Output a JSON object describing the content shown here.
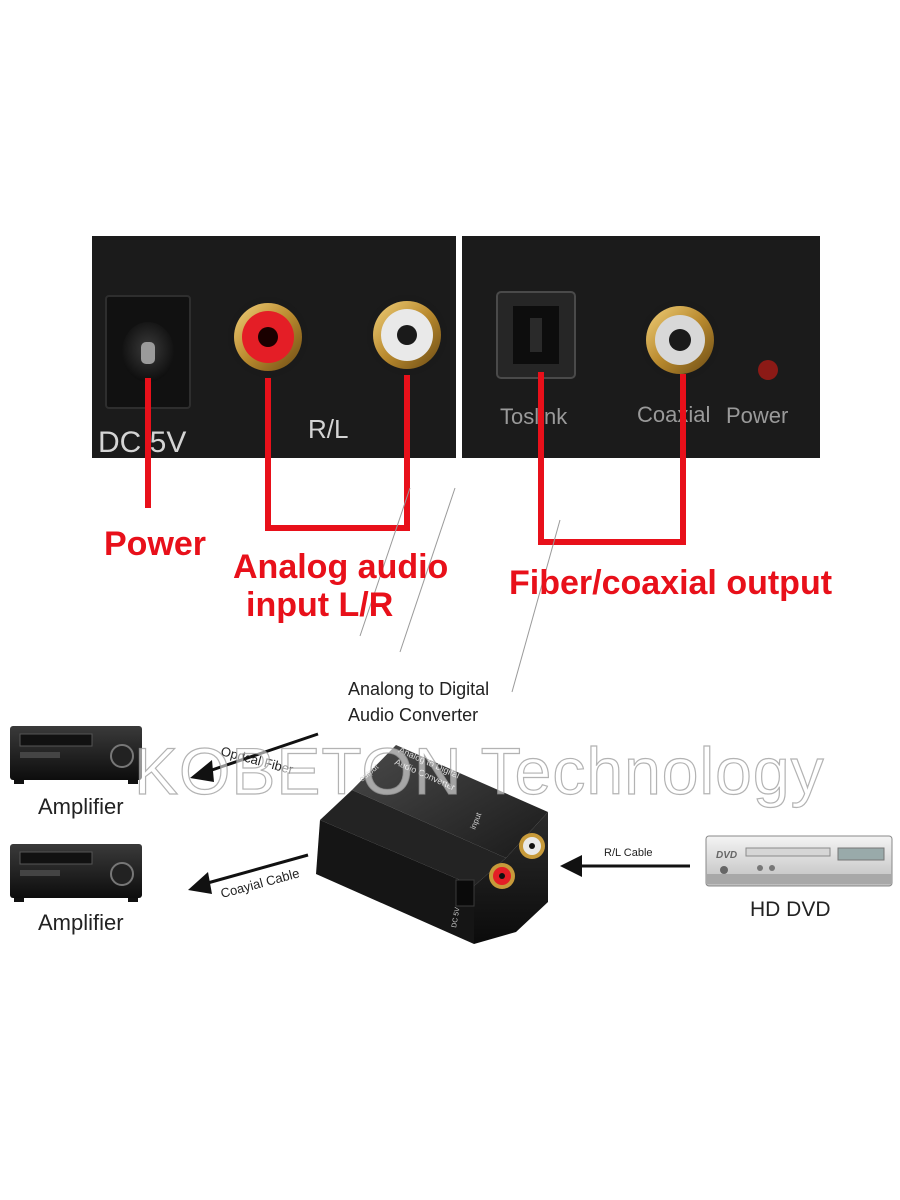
{
  "colors": {
    "callout_red": "#e8101a",
    "panel_dark": "#1b1b1b",
    "panel_text": "#d4d4d4",
    "rca_red": "#e41e26",
    "rca_white": "#e9e9e9",
    "gold": "#c79a3a",
    "led": "#8c1a16"
  },
  "panels": {
    "input": {
      "dc_label": "DC 5V",
      "rl_label": "R/L"
    },
    "output": {
      "toslink_label": "Toslink",
      "coaxial_label": "Coaxial",
      "power_label": "Power"
    }
  },
  "callouts": {
    "power": "Power",
    "analog_line1": "Analog audio",
    "analog_line2": "input L/R",
    "fiber": "Fiber/coaxial output"
  },
  "diagram": {
    "converter_caption_line1": "Analong to Digital",
    "converter_caption_line2": "Audio Converter",
    "watermark": "KOBETON Technology",
    "box_top_label_line1": "Analog to Digital",
    "box_top_label_line2": "Audio Converter",
    "box_output_label": "output",
    "box_input_label": "input",
    "box_dc_label": "DC 5V",
    "amp_label_1": "Amplifier",
    "amp_label_2": "Amplifier",
    "optical_cable_label": "Opdcal Fiber",
    "coaxial_cable_label": "Coayial Cable",
    "rl_cable_label": "R/L Cable",
    "dvd_label": "HD DVD",
    "dvd_logo": "DVD"
  }
}
